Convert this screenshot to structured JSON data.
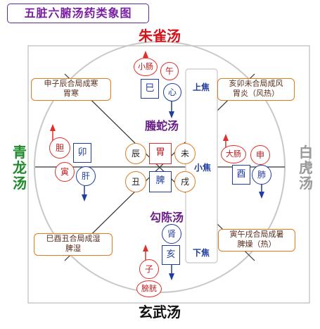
{
  "title": "五脏六腑汤药类象图",
  "directions": {
    "top": "朱雀汤",
    "bottom": "玄武汤",
    "left": "青龙汤",
    "right": "白虎汤"
  },
  "center_labels": {
    "upper": "螣蛇汤",
    "lower": "勾陈汤"
  },
  "jiao": {
    "upper": "上焦",
    "middle": "小焦",
    "lower": "下焦"
  },
  "notes": {
    "top_left": [
      "申子辰合局成寒",
      "胃寒"
    ],
    "top_right": [
      "亥卯未合局成风",
      "胃炎（风热）"
    ],
    "bottom_left": [
      "巳酉丑合局成湿",
      "脾湿"
    ],
    "bottom_right": [
      "寅午戌合局成暑",
      "脾燥（热）"
    ]
  },
  "center_grid": {
    "top": [
      "辰",
      "胃",
      "未"
    ],
    "bottom": [
      "丑",
      "脾",
      "戌"
    ]
  },
  "top_group": {
    "organ1": "小肠",
    "branch1": "午",
    "branch2": "巳",
    "organ2": "心"
  },
  "bottom_group": {
    "organ1": "肾",
    "branch1": "亥",
    "branch2": "子",
    "organ2": "膀胱"
  },
  "left_group": {
    "organ1": "胆",
    "branch1": "卯",
    "branch2": "寅",
    "organ2": "肝"
  },
  "right_group": {
    "organ1": "大肠",
    "branch1": "申",
    "branch2": "酉",
    "organ2": "肺"
  },
  "colors": {
    "yang": "#e0302a",
    "yin": "#1f3c9e",
    "earth": "#e07b20",
    "title": "#7a1fa2",
    "qinglong": "#1f8a2a",
    "baihu": "#999999",
    "zhuque": "#d4141a",
    "xuanwu": "#111111"
  }
}
